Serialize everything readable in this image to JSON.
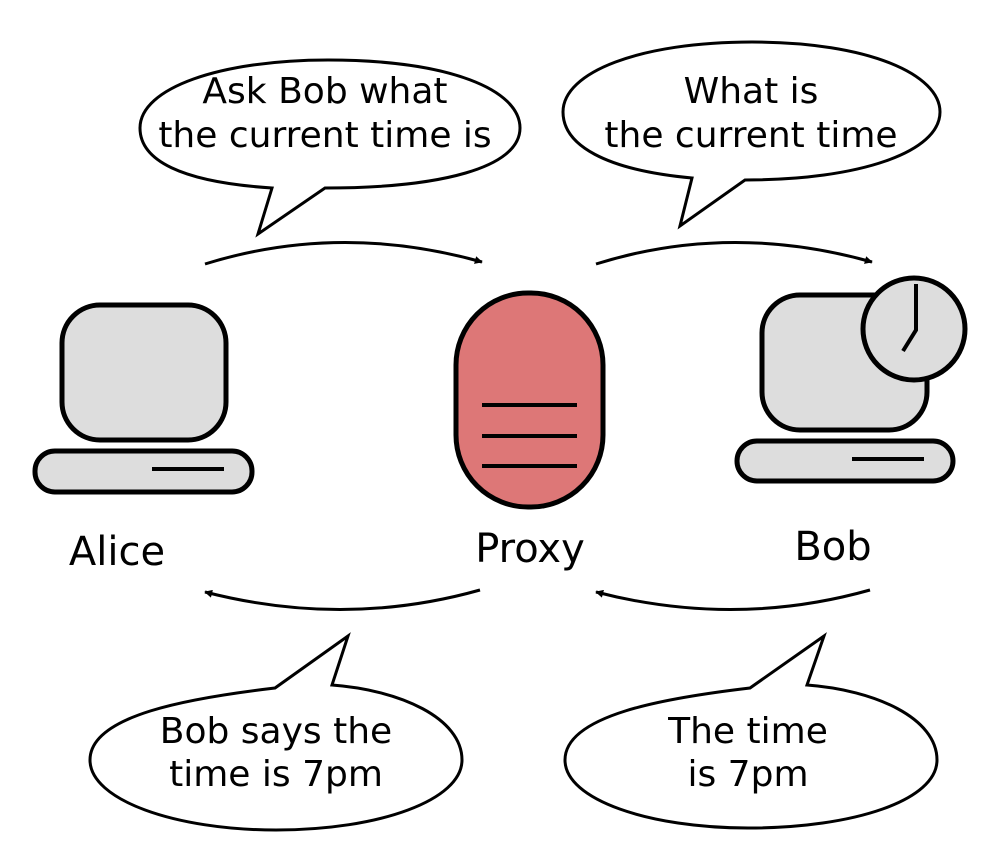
{
  "colors": {
    "device_fill": "#dddddd",
    "proxy_fill": "#dd7777",
    "stroke": "#000000"
  },
  "nodes": {
    "alice": {
      "label": "Alice",
      "icon": "computer-icon"
    },
    "proxy": {
      "label": "Proxy",
      "icon": "server-icon"
    },
    "bob": {
      "label": "Bob",
      "icon": "computer-with-clock-icon"
    }
  },
  "messages": {
    "alice_to_proxy": {
      "line1": "Ask Bob what",
      "line2": "the current time is"
    },
    "proxy_to_bob": {
      "line1": "What is",
      "line2": "the current time"
    },
    "bob_to_proxy": {
      "line1": "The time",
      "line2": "is 7pm"
    },
    "proxy_to_alice": {
      "line1": "Bob says the",
      "line2": "time is 7pm"
    }
  }
}
